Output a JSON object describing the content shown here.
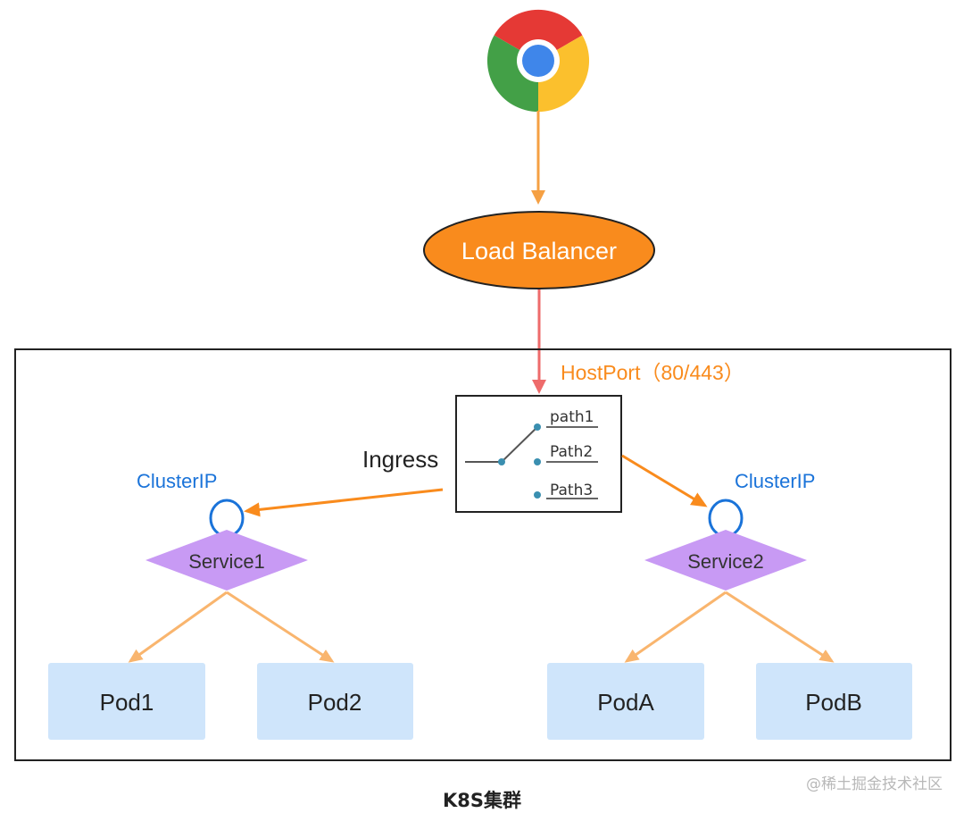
{
  "load_balancer": {
    "label": "Load Balancer"
  },
  "hostport": {
    "label": "HostPort（80/443）"
  },
  "ingress": {
    "label": "Ingress",
    "paths": [
      "path1",
      "Path2",
      "Path3"
    ]
  },
  "services": [
    {
      "clusterip_label": "ClusterIP",
      "name": "Service1",
      "pods": [
        "Pod1",
        "Pod2"
      ]
    },
    {
      "clusterip_label": "ClusterIP",
      "name": "Service2",
      "pods": [
        "PodA",
        "PodB"
      ]
    }
  ],
  "cluster": {
    "caption": "K8S集群"
  },
  "watermark": "@稀土掘金技术社区",
  "colors": {
    "orange": "#f98b1d",
    "orange_light": "#f9b56e",
    "red_arrow": "#ee6b6b",
    "purple": "#c89af4",
    "pod_fill": "#cfe5fb",
    "blue_text": "#1a73d9"
  }
}
